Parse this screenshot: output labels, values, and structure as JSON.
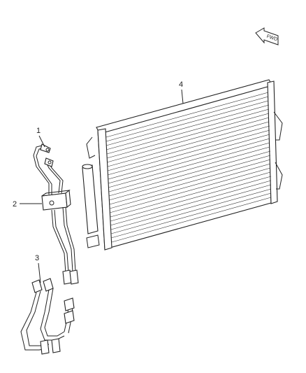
{
  "diagram": {
    "callouts": [
      {
        "id": "1",
        "label": "1"
      },
      {
        "id": "2",
        "label": "2"
      },
      {
        "id": "3",
        "label": "3"
      },
      {
        "id": "4",
        "label": "4"
      }
    ],
    "direction_arrow": {
      "text": "FWD"
    },
    "parts": [
      {
        "number": "1",
        "icon": "oil-cooler-lines-icon"
      },
      {
        "number": "2",
        "icon": "line-connector-block-icon"
      },
      {
        "number": "3",
        "icon": "cooler-hose-assembly-icon"
      },
      {
        "number": "4",
        "icon": "condenser-radiator-icon"
      }
    ]
  }
}
